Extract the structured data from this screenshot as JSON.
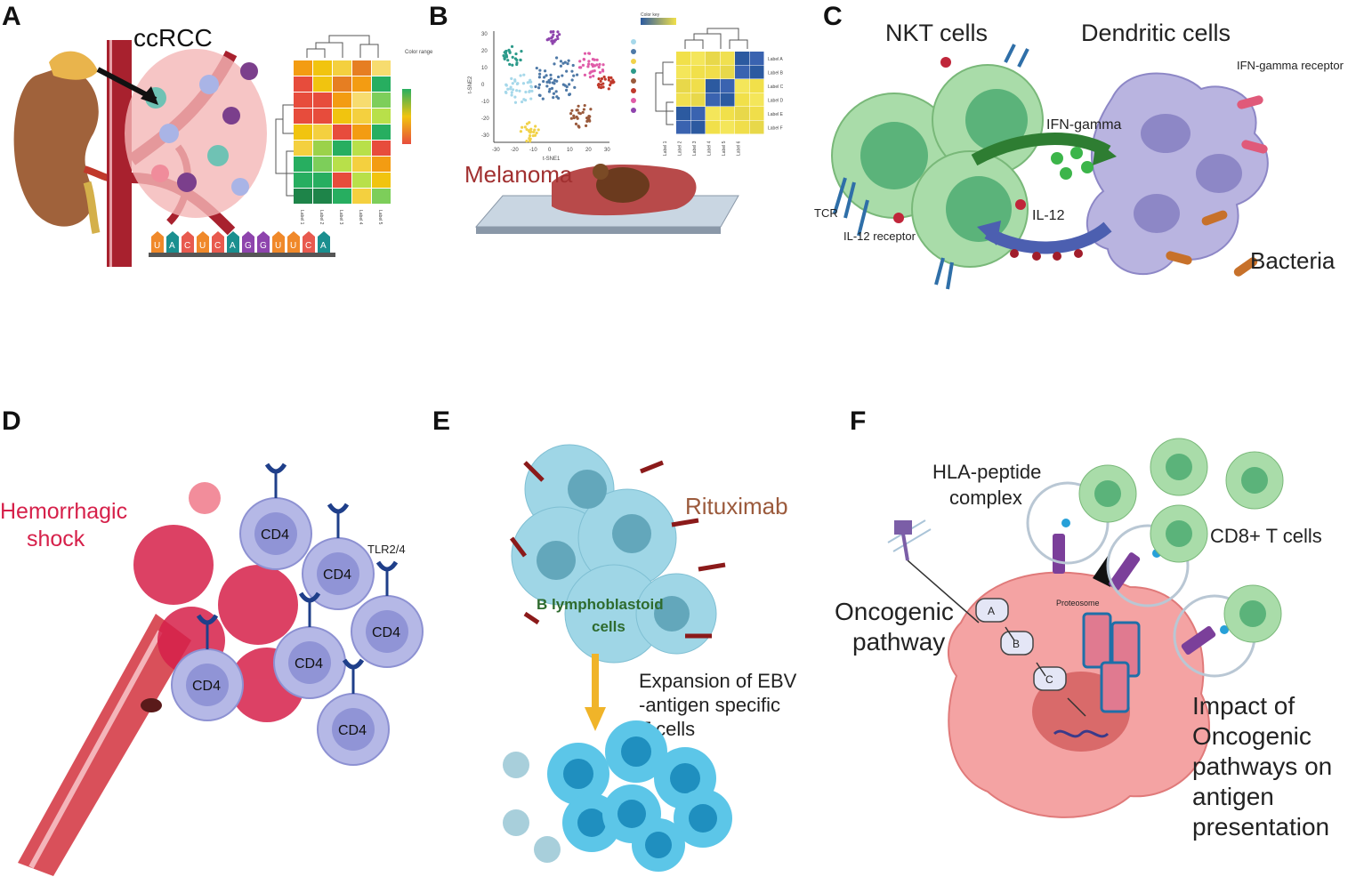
{
  "panels": {
    "A": {
      "letter": "A",
      "title": "ccRCC",
      "rna_bases": [
        "U",
        "A",
        "C",
        "U",
        "C",
        "A",
        "G",
        "G",
        "U",
        "U",
        "C",
        "A"
      ],
      "heatmap": {
        "legend_label": "Color range",
        "col_labels": [
          "Label 1",
          "Label 2",
          "Label 3",
          "Label 4",
          "Label 5"
        ],
        "colors": [
          [
            "#f39c12",
            "#f1c40f",
            "#f4d03f",
            "#e67e22",
            "#f7dc6f"
          ],
          [
            "#e74c3c",
            "#f1c40f",
            "#e67e22",
            "#f39c12",
            "#27ae60"
          ],
          [
            "#e74c3c",
            "#e74c3c",
            "#f39c12",
            "#f7dc6f",
            "#7dce5a"
          ],
          [
            "#e74c3c",
            "#e74c3c",
            "#f1c40f",
            "#f4d03f",
            "#b8e04a"
          ],
          [
            "#f1c40f",
            "#f4d03f",
            "#e74c3c",
            "#f39c12",
            "#27ae60"
          ],
          [
            "#f4d03f",
            "#9bd24a",
            "#27ae60",
            "#b8e04a",
            "#e74c3c"
          ],
          [
            "#27ae60",
            "#7dce5a",
            "#b8e04a",
            "#f4d03f",
            "#f39c12"
          ],
          [
            "#27ae60",
            "#27ae60",
            "#e74c3c",
            "#b8e04a",
            "#f1c40f"
          ],
          [
            "#1e8449",
            "#1e8449",
            "#27ae60",
            "#f4d03f",
            "#7dce5a"
          ]
        ]
      }
    },
    "B": {
      "letter": "B",
      "title": "Melanoma",
      "tsne": {
        "xlabel": "t-SNE1",
        "ylabel": "t-SNE2",
        "xticks": [
          "-30",
          "-20",
          "-10",
          "0",
          "10",
          "20",
          "30"
        ],
        "yticks": [
          "30",
          "20",
          "10",
          "0",
          "-10",
          "-20",
          "-30"
        ]
      },
      "heatmap": {
        "legend_label": "Color key",
        "row_labels": [
          "Label A",
          "Label B",
          "Label C",
          "Label D",
          "Label E",
          "Label F"
        ],
        "col_labels": [
          "Label 1",
          "Label 2",
          "Label 3",
          "Label 4",
          "Label 5",
          "Label 6"
        ],
        "colors": [
          [
            "#f1e04a",
            "#f4e65a",
            "#e8d84a",
            "#f0e050",
            "#2c5aa0",
            "#3a63b0"
          ],
          [
            "#f4e65a",
            "#f1e04a",
            "#f0de4a",
            "#e8d84a",
            "#3a63b0",
            "#2c5aa0"
          ],
          [
            "#e8d84a",
            "#f0de4a",
            "#2c5aa0",
            "#3a63b0",
            "#f4e65a",
            "#f1e04a"
          ],
          [
            "#f0e050",
            "#e8d84a",
            "#3a63b0",
            "#2c5aa0",
            "#f1e04a",
            "#f4e65a"
          ],
          [
            "#2c5aa0",
            "#3a63b0",
            "#f4e65a",
            "#f1e04a",
            "#e8d84a",
            "#f0de4a"
          ],
          [
            "#3a63b0",
            "#2c5aa0",
            "#f1e04a",
            "#f4e65a",
            "#f0de4a",
            "#e8d84a"
          ]
        ]
      }
    },
    "C": {
      "letter": "C",
      "nkt_label": "NKT cells",
      "dc_label": "Dendritic cells",
      "ifn_receptor_label": "IFN-gamma receptor",
      "ifn_label": "IFN-gamma",
      "il12_label": "IL-12",
      "tcr_label": "TCR",
      "il12_receptor_label": "IL-12 receptor",
      "bacteria_label": "Bacteria",
      "colors": {
        "nkt": "#a9dca9",
        "dc": "#b9b4e0",
        "ifn": "#2e7d32",
        "il12": "#4c5fb0"
      }
    },
    "D": {
      "letter": "D",
      "shock_label_line1": "Hemorrhagic",
      "shock_label_line2": "shock",
      "tlr_label": "TLR2/4",
      "cd4_labels": [
        "CD4",
        "CD4",
        "CD4",
        "CD4",
        "CD4",
        "CD4"
      ],
      "colors": {
        "shock": "#d6204a",
        "cd4": "#b5b8e6"
      }
    },
    "E": {
      "letter": "E",
      "drug_label": "Rituximab",
      "cells_label_line1": "B lymphoblastoid",
      "cells_label_line2": "cells",
      "expansion_line1": "Expansion of EBV",
      "expansion_line2": "-antigen specific",
      "expansion_line3": "T cells",
      "colors": {
        "drug": "#9b5a3c",
        "cells_label": "#2e6b2e",
        "arrow": "#f0b429"
      }
    },
    "F": {
      "letter": "F",
      "hla_line1": "HLA-peptide",
      "hla_line2": "complex",
      "cd8_label": "CD8+ T cells",
      "onco_line1": "Oncogenic",
      "onco_line2": "pathway",
      "proteosome_label": "Proteosome",
      "pathway_nodes": [
        "A",
        "B",
        "C"
      ],
      "impact_lines": [
        "Impact of",
        "Oncogenic",
        "pathways on",
        "antigen",
        "presentation"
      ],
      "colors": {
        "tumor": "#f4a3a3",
        "tcell": "#a9dca9"
      }
    }
  }
}
